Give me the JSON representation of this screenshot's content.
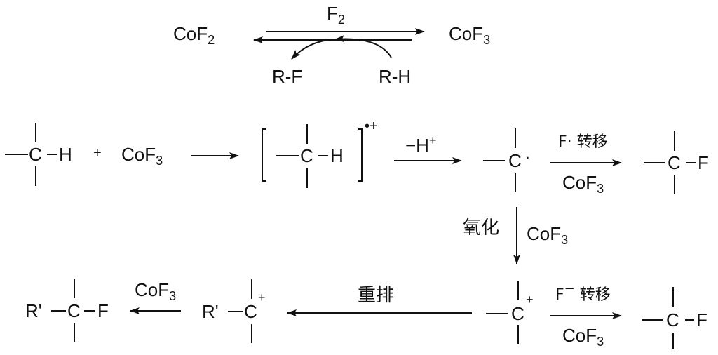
{
  "cycle": {
    "left": {
      "base": "CoF",
      "sub": "2"
    },
    "right": {
      "base": "CoF",
      "sub": "3"
    },
    "reagent": {
      "base": "F",
      "sub": "2"
    },
    "product": "R-F",
    "substrate": "R-H"
  },
  "row1": {
    "alkane": {
      "left_atom": "C",
      "right_atom": "H"
    },
    "plus": "+",
    "oxidant": {
      "base": "CoF",
      "sub": "3"
    },
    "radical_cation": {
      "center": "C",
      "right_atom": "H",
      "charge": "•+"
    },
    "step_deprotonation": {
      "base": "−H",
      "sup": "+"
    },
    "radical": {
      "center": "C",
      "dot": "·"
    },
    "step_f_transfer": {
      "above": "F· 转移",
      "below_base": "CoF",
      "below_sub": "3"
    },
    "product": {
      "center": "C",
      "right_atom": "F"
    }
  },
  "vertical_step": {
    "left_label": "氧化",
    "right_base": "CoF",
    "right_sub": "3"
  },
  "row2": {
    "cation": {
      "center": "C",
      "charge": "+"
    },
    "step_fminus_transfer": {
      "above_base": "F",
      "above_sup": "−",
      "above_text": " 转移",
      "below_base": "CoF",
      "below_sub": "3"
    },
    "product": {
      "center": "C",
      "right_atom": "F"
    }
  },
  "row3": {
    "rearrangement_label": "重排",
    "rearranged_cation": {
      "left_atom": "R'",
      "center": "C",
      "charge": "+"
    },
    "step_fluorination": {
      "base": "CoF",
      "sub": "3"
    },
    "product": {
      "left_atom": "R'",
      "center": "C",
      "right_atom": "F"
    }
  }
}
